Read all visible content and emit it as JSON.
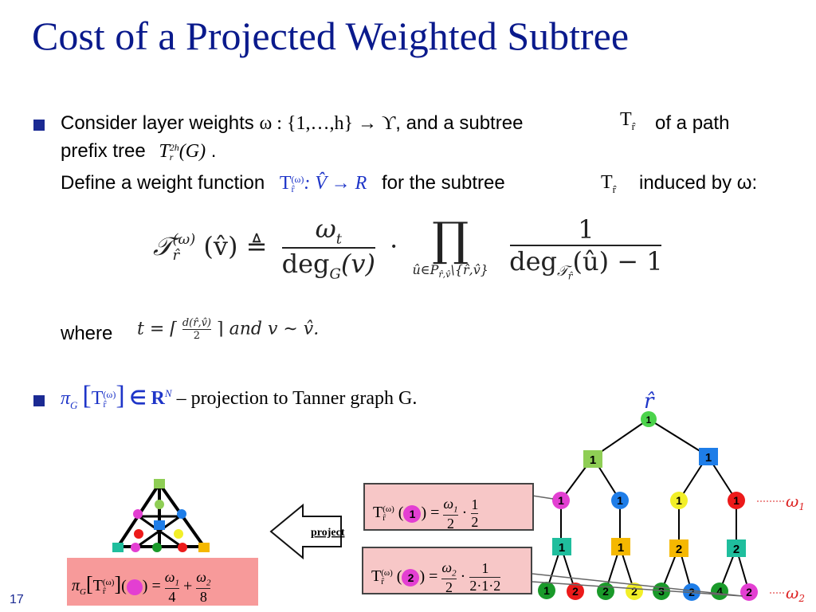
{
  "slide": {
    "title": "Cost of a Projected Weighted Subtree",
    "page_number": "17"
  },
  "bullet1": {
    "line1_start": "Consider layer weights",
    "omega_map": "ω : {1,…,h} → ϒ",
    "line1_mid": ", and a subtree",
    "subtree_symbol": "T",
    "subtree_sub": "r̂",
    "line1_end": "of a path",
    "line2_start": "prefix tree",
    "prefix_tree": "T",
    "prefix_sup": "2h",
    "prefix_sub": "r",
    "prefix_arg": "(G)",
    "line2_end": ".",
    "line3_start": "Define a weight function",
    "weight_fn": "T",
    "weight_fn_sup": "(ω)",
    "weight_fn_sub": "r̂",
    "weight_fn_map": ": V̂ → R",
    "line3_mid": "for the subtree",
    "line3_end": "induced by ω:"
  },
  "formula": {
    "lhs": "𝒯",
    "lhs_sup": "(ω)",
    "lhs_sub": "r̂",
    "lhs_arg": "(v̂) ≜",
    "num1": "ω",
    "num1_sub": "t",
    "den1": "deg",
    "den1_sub": "G",
    "den1_arg": "(v)",
    "dot": "·",
    "prod": "∏",
    "prod_sub": "û∈P",
    "prod_sub2": "r̂,v̂",
    "prod_sub3": "\\{r̂,v̂}",
    "num2": "1",
    "den2": "deg",
    "den2_sub": "𝒯",
    "den2_subsub": "r̂",
    "den2_arg": "(û) − 1"
  },
  "where": {
    "label": "where",
    "t_eq": "t = ⌈",
    "t_num": "d(r̂,v̂)",
    "t_den": "2",
    "t_close": "⌉",
    "and_text": "and v ∼ v̂."
  },
  "bullet2": {
    "pi": "π",
    "pi_sub": "G",
    "T": "T",
    "T_sup": "(ω)",
    "T_sub": "r̂",
    "in_R": "∈ R",
    "R_sup": "N",
    "desc": "– projection to Tanner graph G."
  },
  "figure": {
    "root_label": "r̂",
    "project_label": "project",
    "omega1": "ω",
    "omega1_sub": "1",
    "omega2": "ω",
    "omega2_sub": "2",
    "box1": {
      "T": "T",
      "sup": "(ω)",
      "sub": "r̂",
      "node": "1",
      "eq": ") =",
      "num_a": "ω",
      "num_a_sub": "1",
      "den_a": "2",
      "num_b": "1",
      "den_b": "2"
    },
    "box2": {
      "T": "T",
      "sup": "(ω)",
      "sub": "r̂",
      "node": "2",
      "eq": ") =",
      "num_a": "ω",
      "num_a_sub": "2",
      "den_a": "2",
      "num_b": "1",
      "den_b": "2·1·2"
    },
    "box3": {
      "pi": "π",
      "pi_sub": "G",
      "T": "T",
      "sup": "(ω)",
      "sub": "r̂",
      "eq": ") =",
      "num_a": "ω",
      "num_a_sub": "1",
      "den_a": "4",
      "plus": "+",
      "num_b": "ω",
      "num_b_sub": "2",
      "den_b": "8"
    },
    "tree_labels": {
      "root": "1",
      "l1": [
        "1",
        "1"
      ],
      "l2": [
        "1",
        "1",
        "1",
        "1"
      ],
      "l3": [
        "1",
        "1",
        "2",
        "2"
      ],
      "l4": [
        "1",
        "2",
        "2",
        "2",
        "3",
        "2",
        "4",
        "2"
      ]
    }
  }
}
